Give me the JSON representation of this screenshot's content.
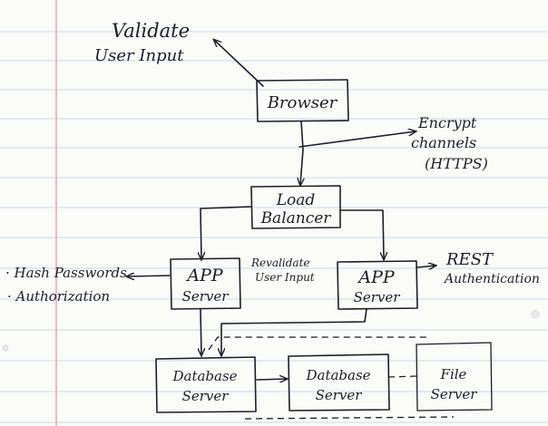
{
  "sketch": {
    "validate": {
      "line1": "Validate",
      "line2": "User Input"
    },
    "browser": {
      "label": "Browser"
    },
    "encrypt": {
      "line1": "Encrypt",
      "line2": "channels",
      "line3": "(HTTPS)"
    },
    "load_balancer": {
      "line1": "Load",
      "line2": "Balancer"
    },
    "app_server_left": {
      "line1": "APP",
      "line2": "Server"
    },
    "app_server_right": {
      "line1": "APP",
      "line2": "Server"
    },
    "revalidate": {
      "line1": "Revalidate",
      "line2": "User Input"
    },
    "rest": {
      "line1": "REST",
      "line2": "Authentication"
    },
    "security_notes": {
      "item1": "Hash Passwords",
      "item2": "Authorization"
    },
    "db_server_left": {
      "line1": "Database",
      "line2": "Server"
    },
    "db_server_mid": {
      "line1": "Database",
      "line2": "Server"
    },
    "file_server": {
      "line1": "File",
      "line2": "Server"
    }
  },
  "colors": {
    "paper": "#fbfbf8",
    "ruled_line": "#c9dbe8",
    "margin_line": "#f2a8b6",
    "ink": "#1e1e2a"
  }
}
